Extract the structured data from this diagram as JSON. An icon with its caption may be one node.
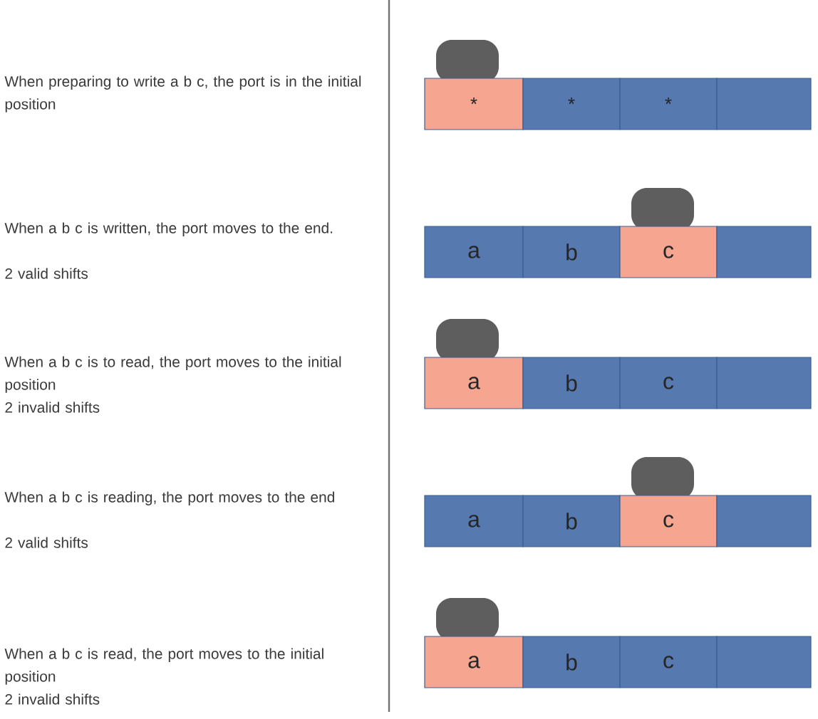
{
  "diagram": {
    "nodes": [
      {
        "text": [],
        "shape": "dome"
      },
      {
        "text": [
          "*"
        ]
      },
      {
        "text": [
          "*"
        ]
      },
      {
        "text": [
          "*"
        ]
      },
      {
        "text": [],
        "shape": "box"
      },
      {
        "text": [],
        "shape": "dome"
      },
      {
        "text": [
          "a"
        ]
      },
      {
        "text": [
          "b"
        ]
      },
      {
        "text": [
          "c"
        ]
      },
      {
        "text": [],
        "shape": "box"
      },
      {
        "text": [],
        "shape": "dome"
      },
      {
        "text": [
          "a"
        ]
      },
      {
        "text": [
          "b"
        ]
      },
      {
        "text": [
          "c"
        ]
      },
      {
        "text": [],
        "shape": "box"
      },
      {
        "text": [],
        "shape": "dome"
      },
      {
        "text": [
          "a"
        ]
      },
      {
        "text": [
          "b"
        ]
      },
      {
        "text": [
          "c"
        ]
      },
      {
        "text": [],
        "shape": "box"
      },
      {
        "text": [],
        "shape": "dome"
      },
      {
        "text": [
          "a"
        ]
      },
      {
        "text": [
          "b"
        ]
      },
      {
        "text": [
          "c"
        ]
      },
      {
        "text": [],
        "shape": "box"
      }
    ],
    "labels": [
      "When preparing to write a b c, the port is in the initial position",
      "When a b c is written, the port moves to the end.",
      "2 valid shifts",
      "When a b c is to read, the port moves to the initial position",
      "2 invalid shifts",
      "When a b c is reading, the port moves to the end",
      "2 valid shifts",
      "When a b c is read, the port moves to the initial position",
      "2 invalid shifts"
    ]
  }
}
